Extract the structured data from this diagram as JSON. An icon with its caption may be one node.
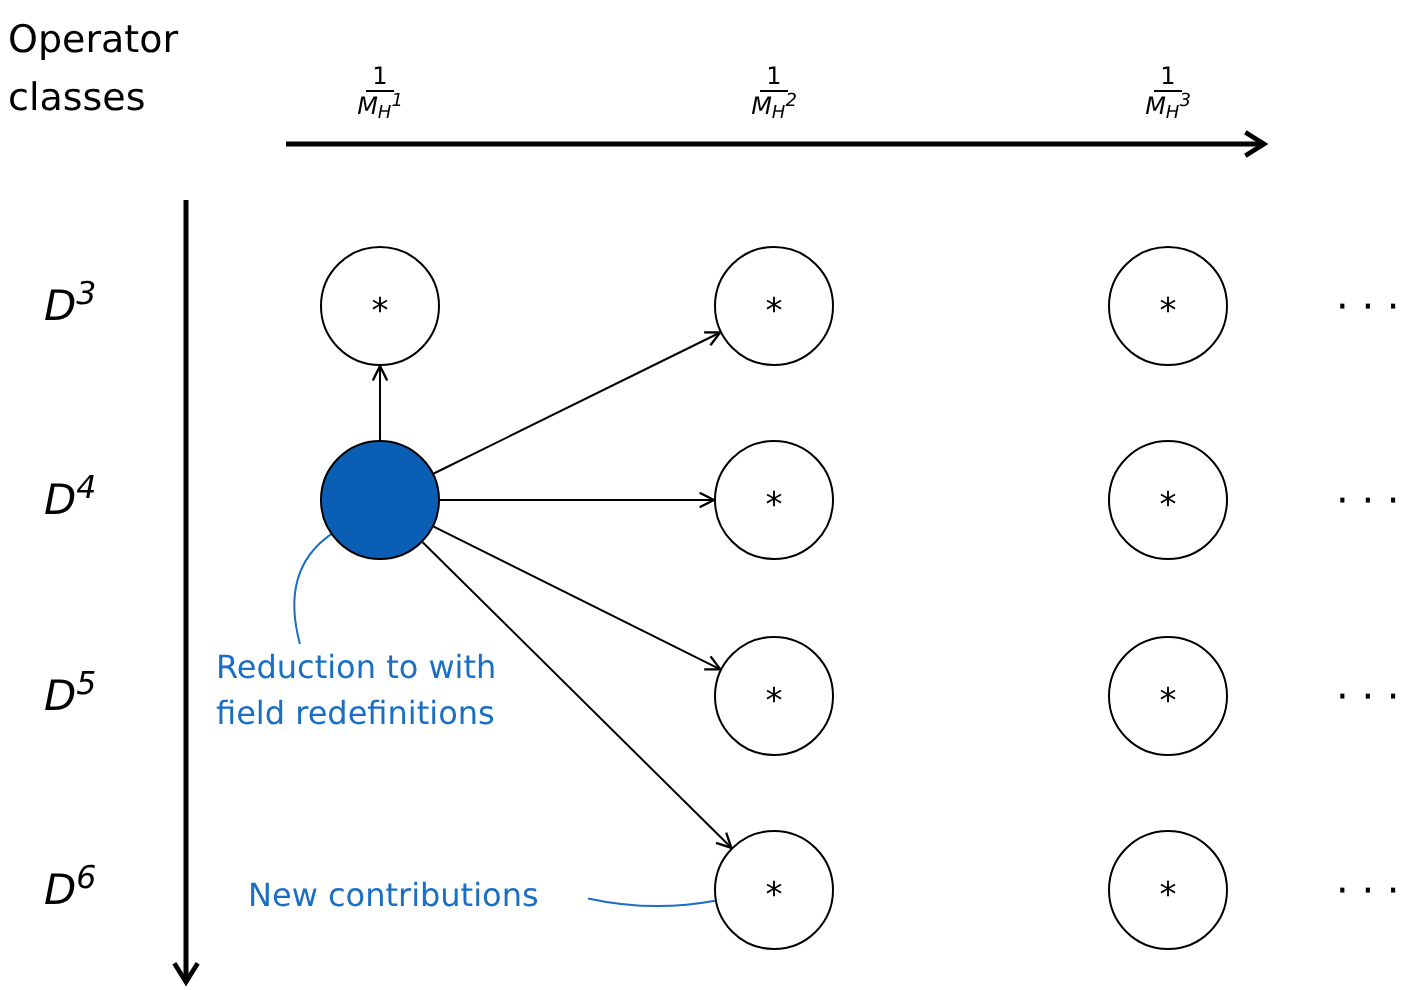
{
  "diagram": {
    "nodes": [
      {
        "text": [
          "*"
        ]
      },
      {
        "text": [
          "*"
        ]
      },
      {
        "text": [
          "*"
        ]
      },
      {
        "text": [],
        "shape": "circle"
      },
      {
        "text": [
          "*"
        ]
      },
      {
        "text": [
          "*"
        ]
      },
      {
        "text": [
          "*"
        ]
      },
      {
        "text": [
          "*"
        ]
      },
      {
        "text": [
          "Reduction to with field redefinitions"
        ]
      },
      {
        "text": [
          "New contributions"
        ]
      },
      {
        "text": [
          "*"
        ]
      },
      {
        "text": [
          "*"
        ]
      }
    ],
    "edges": [
      {
        "from": 3,
        "to": 0,
        "arrow": "to"
      },
      {
        "from": 3,
        "to": 1,
        "arrow": "to"
      },
      {
        "from": 3,
        "to": 4,
        "arrow": "to"
      },
      {
        "from": 3,
        "to": 6,
        "arrow": "to"
      },
      {
        "from": 3,
        "to": 10,
        "arrow": "to"
      },
      {
        "from": 8,
        "to": 3,
        "arrow": "none",
        "color": "#1a6fc4"
      },
      {
        "from": 9,
        "to": 10,
        "arrow": "none",
        "color": "#1a6fc4"
      }
    ],
    "labels": [
      "Operator classes",
      "1",
      "M$_{H}$$^{1}$",
      "1",
      "M$_{H}$$^{2}$",
      "1",
      "M$_{H}$$^{3}$",
      "D$^{3}$",
      "· · ·",
      "D$^{4}$",
      "· · ·",
      "D$^{5}$",
      "· · ·",
      "D$^{6}$",
      "· · ·"
    ]
  }
}
